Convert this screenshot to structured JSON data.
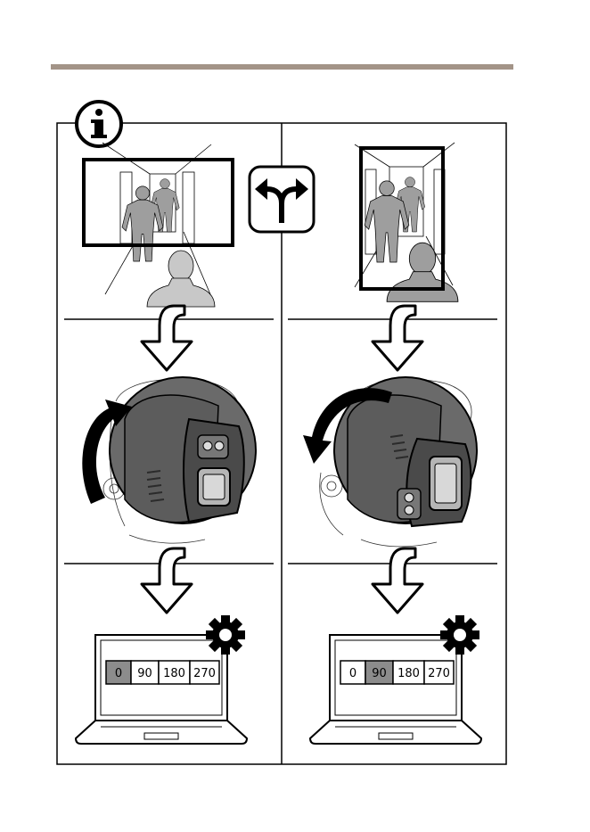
{
  "colors": {
    "header_rule": "#a39488",
    "ink": "#000000",
    "cell_selected": "#8c8c8c",
    "cell_normal": "#ffffff",
    "person_fill": "#9e9e9e",
    "person_light": "#c8c8c8",
    "camera_body": "#5f5f5f",
    "camera_dark": "#3a3a3a"
  },
  "icons": {
    "info": "info-icon",
    "choice": "split-arrow-icon",
    "flow": "curved-down-arrow-icon",
    "rotate": "rotate-arrow-icon",
    "settings": "gear-icon",
    "laptop": "laptop-icon"
  },
  "left": {
    "orientation": "landscape",
    "rotation_direction": "clockwise",
    "selected_rotation": "0",
    "rotation_options": [
      "0",
      "90",
      "180",
      "270"
    ]
  },
  "right": {
    "orientation": "portrait",
    "rotation_direction": "counterclockwise",
    "selected_rotation": "90",
    "rotation_options": [
      "0",
      "90",
      "180",
      "270"
    ]
  }
}
